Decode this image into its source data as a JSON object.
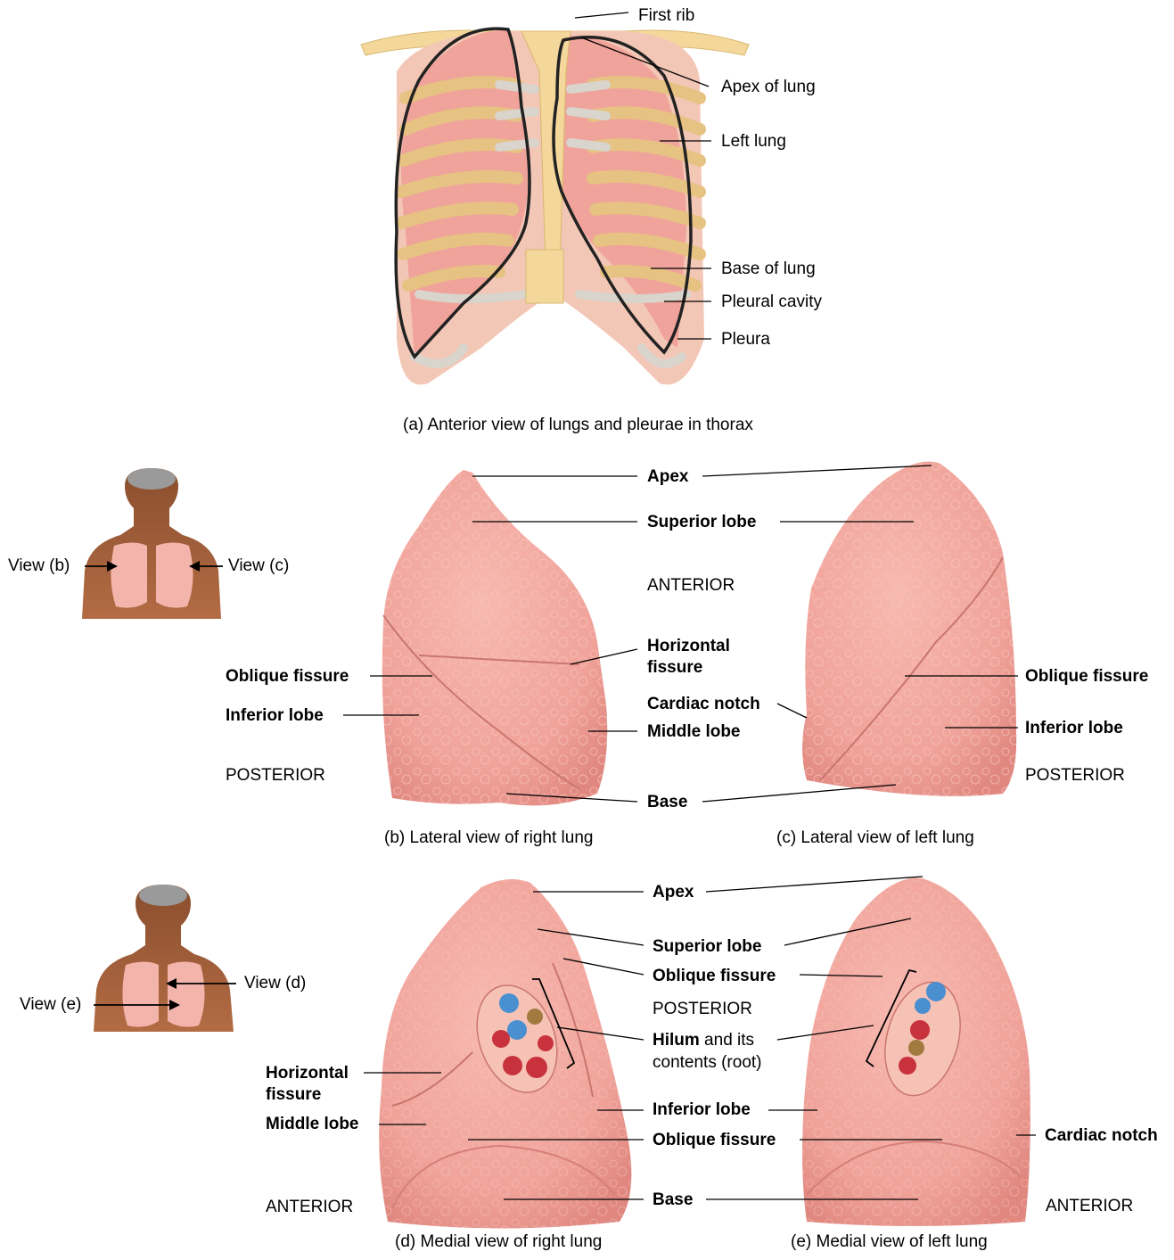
{
  "panel_a": {
    "caption": "(a) Anterior view of lungs and pleurae in thorax",
    "labels": {
      "first_rib": "First rib",
      "apex_of_lung": "Apex of lung",
      "left_lung": "Left lung",
      "base_of_lung": "Base of lung",
      "pleural_cavity": "Pleural cavity",
      "pleura": "Pleura"
    }
  },
  "panel_bc": {
    "caption_b": "(b) Lateral view of right lung",
    "caption_c": "(c) Lateral view of left lung",
    "labels": {
      "apex": "Apex",
      "superior_lobe": "Superior lobe",
      "anterior": "ANTERIOR",
      "horizontal_fissure_1": "Horizontal",
      "horizontal_fissure_2": "fissure",
      "oblique_fissure_left": "Oblique fissure",
      "oblique_fissure_right": "Oblique fissure",
      "inferior_lobe_left": "Inferior lobe",
      "inferior_lobe_right": "Inferior lobe",
      "cardiac_notch": "Cardiac notch",
      "middle_lobe": "Middle lobe",
      "posterior_left": "POSTERIOR",
      "posterior_right": "POSTERIOR",
      "base": "Base"
    },
    "views": {
      "view_b": "View (b)",
      "view_c": "View (c)"
    }
  },
  "panel_de": {
    "caption_d": "(d) Medial view of right lung",
    "caption_e": "(e) Medial view of left lung",
    "labels": {
      "apex": "Apex",
      "superior_lobe": "Superior lobe",
      "oblique_fissure_top": "Oblique fissure",
      "posterior": "POSTERIOR",
      "hilum_bold": "Hilum",
      "hilum_rest": " and its",
      "hilum_line2": "contents (root)",
      "horizontal_fissure_1": "Horizontal",
      "horizontal_fissure_2": "fissure",
      "inferior_lobe": "Inferior lobe",
      "middle_lobe": "Middle lobe",
      "oblique_fissure_bottom": "Oblique fissure",
      "cardiac_notch": "Cardiac notch",
      "base": "Base",
      "anterior_left": "ANTERIOR",
      "anterior_right": "ANTERIOR"
    },
    "views": {
      "view_d": "View (d)",
      "view_e": "View (e)"
    }
  },
  "colors": {
    "lung_fill": "#f0a39a",
    "lung_shade": "#e08880",
    "bone": "#f4d79a",
    "cartilage": "#d9d4cc",
    "skin": "#a0603c",
    "vessel_red": "#c8323c",
    "vessel_blue": "#4a8fd0"
  }
}
